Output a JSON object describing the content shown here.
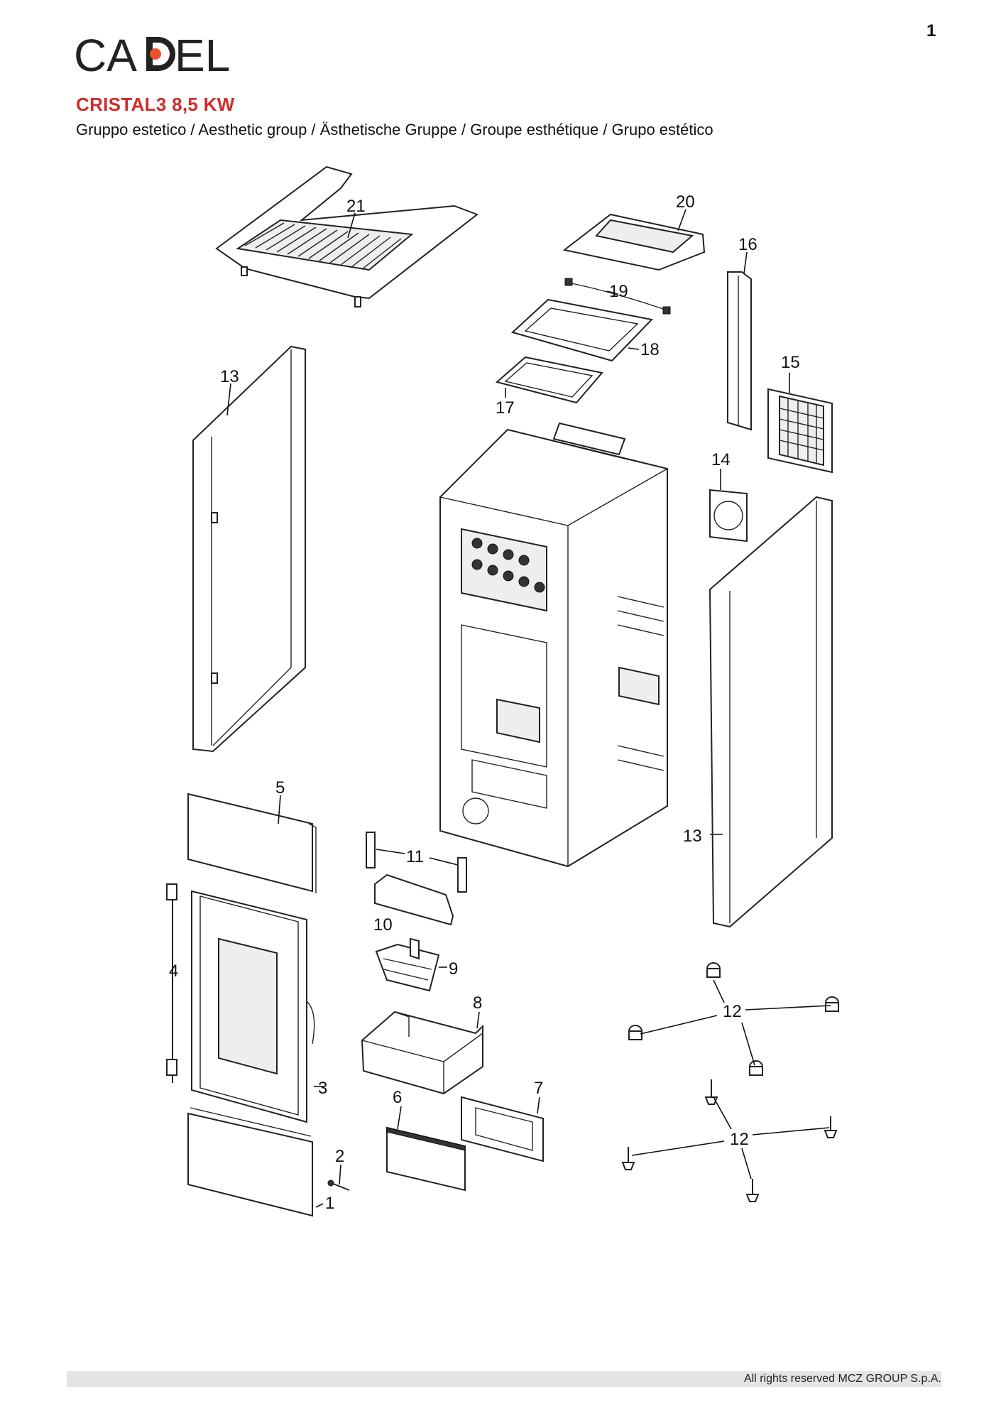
{
  "page_number": "1",
  "brand": {
    "name": "CADEL",
    "prefix": "CA",
    "suffix": "EL",
    "accent_color": "#e8552a"
  },
  "model_title": "CRISTAL3 8,5 KW",
  "group_subtitle": "Gruppo estetico / Aesthetic group / Ästhetische Gruppe / Groupe esthétique / Grupo estético",
  "part_labels": [
    "1",
    "2",
    "3",
    "4",
    "5",
    "6",
    "7",
    "8",
    "9",
    "10",
    "11",
    "12",
    "12",
    "13",
    "13",
    "14",
    "15",
    "16",
    "17",
    "18",
    "19",
    "20",
    "21"
  ],
  "footer": "All rights reserved MCZ GROUP S.p.A.",
  "colors": {
    "title_red": "#d22b2b",
    "footer_bar": "#e4e4e4"
  }
}
